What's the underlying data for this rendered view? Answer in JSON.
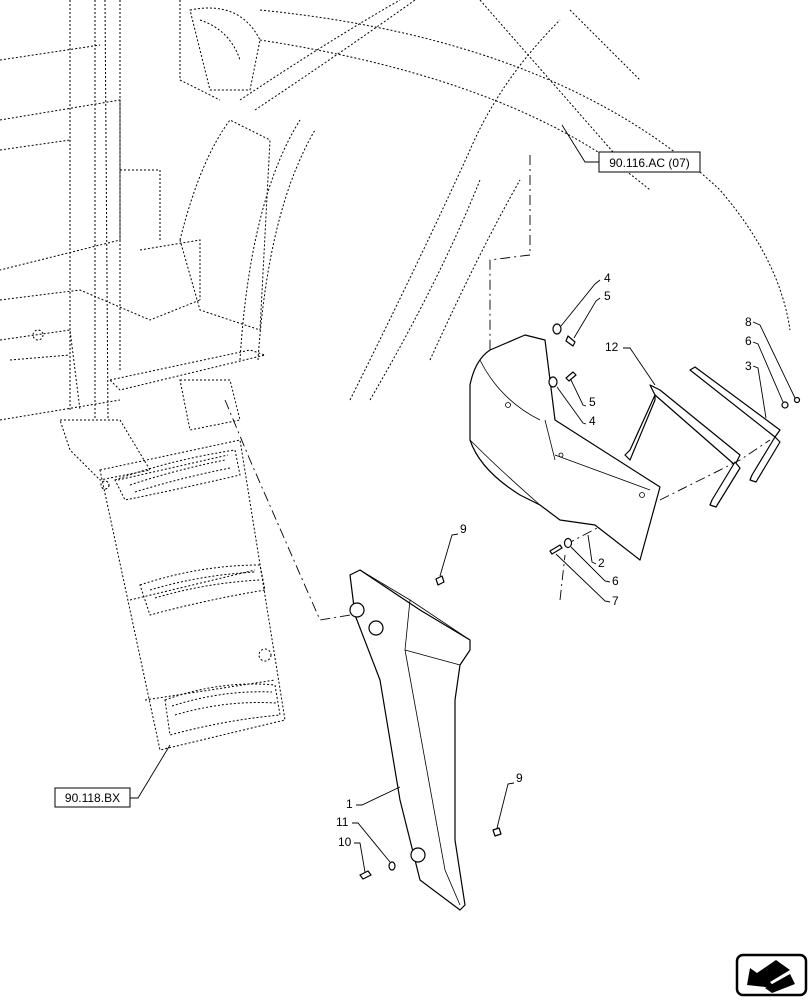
{
  "references": {
    "cab_ref": "90.116.AC (07)",
    "step_ref": "90.118.BX"
  },
  "callouts": {
    "c4a": "4",
    "c5a": "5",
    "c5b": "5",
    "c4b": "4",
    "c12": "12",
    "c8": "8",
    "c6a": "6",
    "c3": "3",
    "c2": "2",
    "c6b": "6",
    "c7": "7",
    "c9a": "9",
    "c9b": "9",
    "c1": "1",
    "c11": "11",
    "c10": "10"
  },
  "nav_icon": "arrow-back-icon"
}
